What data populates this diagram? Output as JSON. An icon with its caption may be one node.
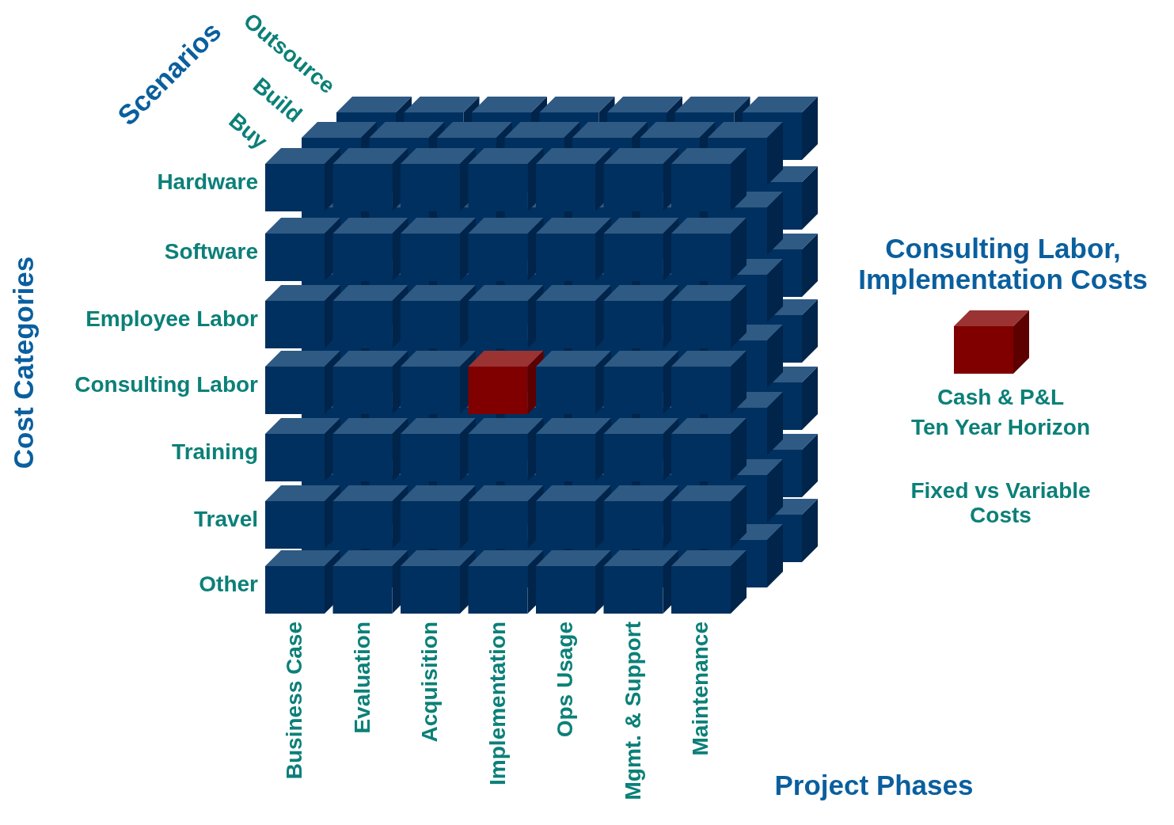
{
  "diagram": {
    "labels": [
      "Scenarios",
      "Outsource",
      "Build",
      "Buy",
      "Hardware",
      "Software",
      "Employee Labor",
      "Consulting Labor",
      "Training",
      "Travel",
      "Other",
      "Business Case",
      "Evaluation",
      "Acquisition",
      "Implementation",
      "Ops Usage",
      "Mgmt. & Support",
      "Maintenance",
      "Cost Categories",
      "Project Phases",
      "Consulting Labor, Implementation Costs",
      "Cash & P&L",
      "Ten Year Horizon",
      "Fixed vs Variable Costs"
    ]
  }
}
